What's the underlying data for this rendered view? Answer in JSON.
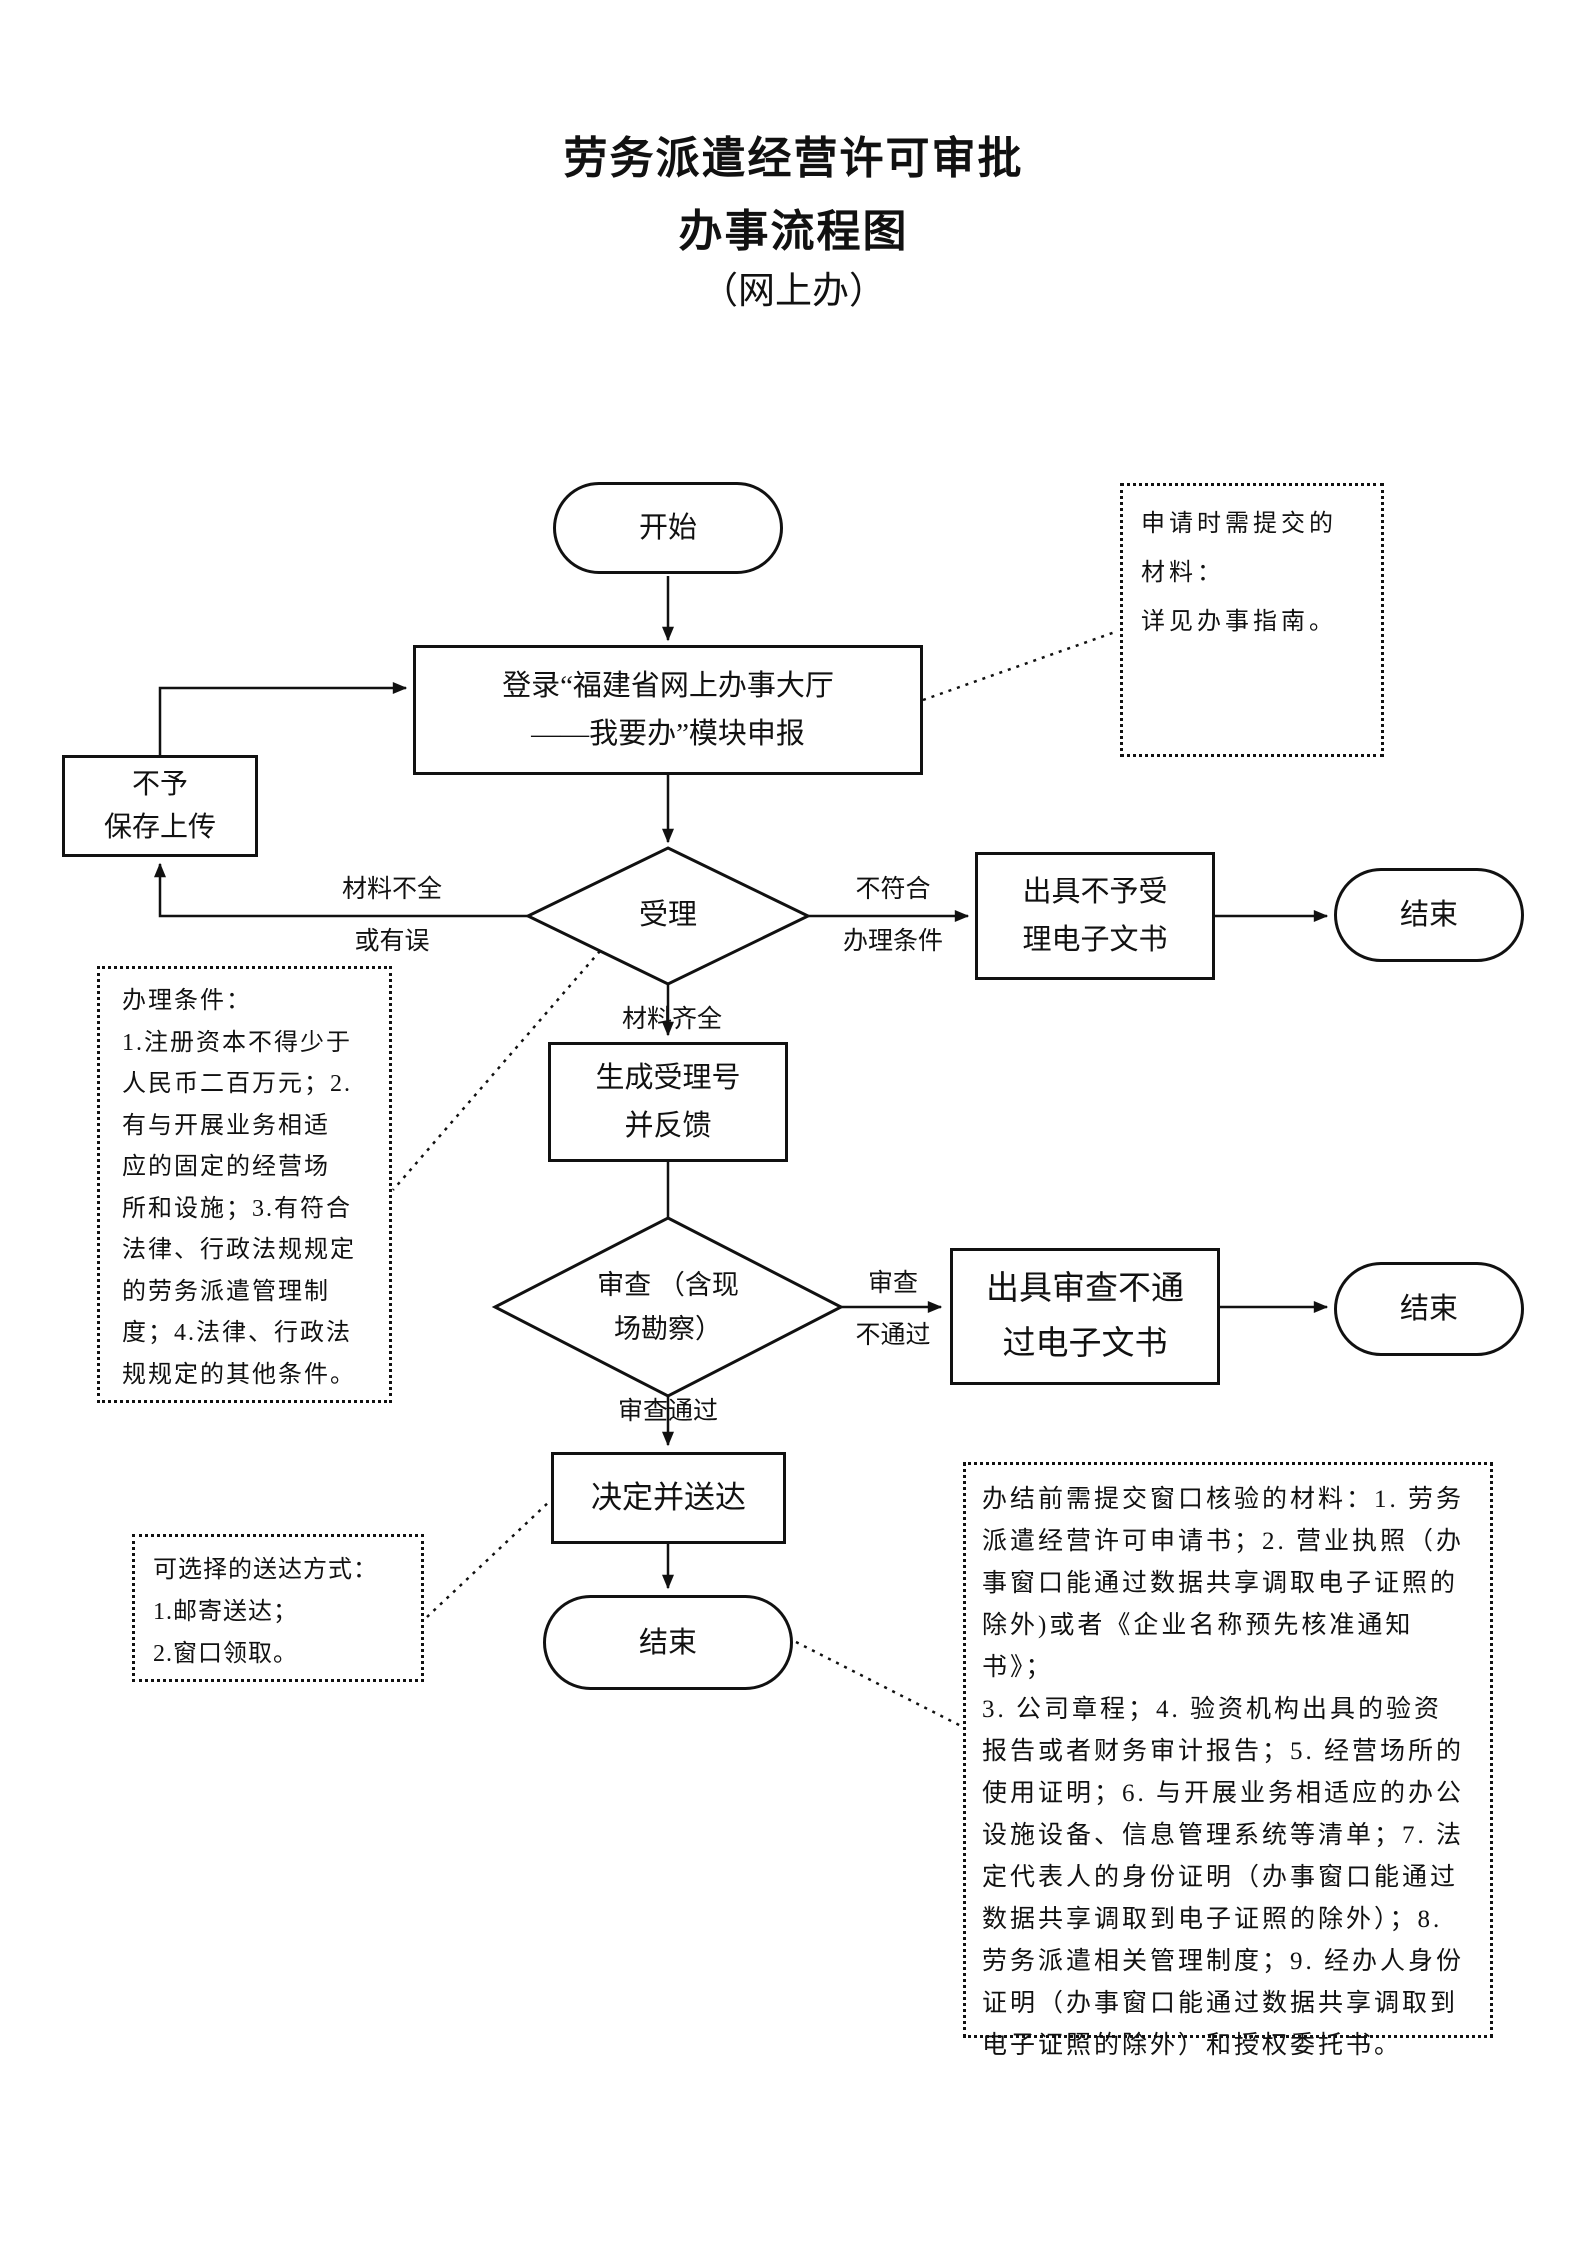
{
  "title": {
    "line1": "劳务派遣经营许可审批",
    "line2": "办事流程图",
    "line3": "（网上办）"
  },
  "nodes": {
    "start": "开始",
    "login": "登录“福建省网上办事大厅\n——我要办”模块申报",
    "no_save": "不予\n保存上传",
    "accept": "受理",
    "issue_reject": "出具不予受\n理电子文书",
    "end1": "结束",
    "generate": "生成受理号\n并反馈",
    "review": "审查 （含现\n场勘察）",
    "issue_fail": "出具审查不通\n过电子文书",
    "end2": "结束",
    "decide": "决定并送达",
    "end3": "结束"
  },
  "edge_labels": {
    "incomplete": "材料不全\n或有误",
    "not_qualified": "不符合\n办理条件",
    "complete": "材料齐全",
    "review_fail": "审查\n不通过",
    "review_pass": "审查通过"
  },
  "notes": {
    "materials": "申请时需提交的\n材料：\n详见办事指南。",
    "conditions": "办理条件：\n1.注册资本不得少于\n人民币二百万元；2.\n有与开展业务相适\n应的固定的经营场\n所和设施；3.有符合\n法律、行政法规规定\n的劳务派遣管理制\n度；4.法律、行政法\n规规定的其他条件。",
    "delivery": "可选择的送达方式：\n1.邮寄送达；\n2.窗口领取。",
    "window_materials": "办结前需提交窗口核验的材料：1. 劳务\n派遣经营许可申请书；2. 营业执照（办\n事窗口能通过数据共享调取电子证照的\n除外)或者《企业名称预先核准通知书》；\n3. 公司章程；4. 验资机构出具的验资\n报告或者财务审计报告；5. 经营场所的\n使用证明；6. 与开展业务相适应的办公\n设施设备、信息管理系统等清单；7. 法\n定代表人的身份证明（办事窗口能通过\n数据共享调取到电子证照的除外）；8.\n劳务派遣相关管理制度；9. 经办人身份\n证明（办事窗口能通过数据共享调取到\n电子证照的除外）和授权委托书。"
  },
  "colors": {
    "ink": "#111111",
    "paper": "#ffffff"
  }
}
